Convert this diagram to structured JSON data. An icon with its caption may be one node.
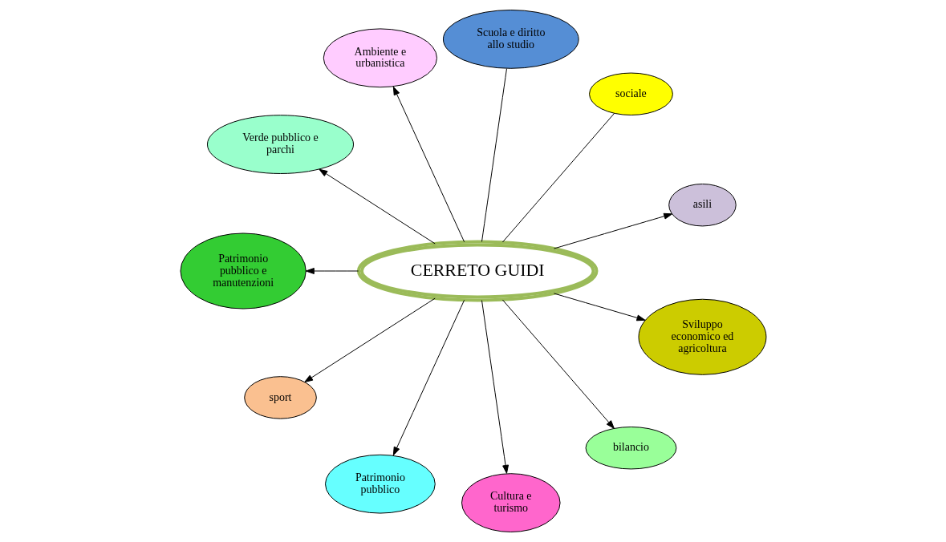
{
  "diagram": {
    "nodes": [
      {
        "text": [
          "CERRETO GUIDI"
        ]
      },
      {
        "text": [
          "asili"
        ]
      },
      {
        "text": [
          "sociale"
        ]
      },
      {
        "text": [
          "Scuola e diritto allo studio"
        ]
      },
      {
        "text": [
          "Ambiente e urbanistica"
        ]
      },
      {
        "text": [
          "Verde pubblico e parchi"
        ]
      },
      {
        "text": [
          "Patrimonio pubblico e manutenzioni"
        ]
      },
      {
        "text": [
          "sport"
        ]
      },
      {
        "text": [
          "Patrimonio pubblico"
        ]
      },
      {
        "text": [
          "Cultura e turismo"
        ]
      },
      {
        "text": [
          "bilancio"
        ]
      },
      {
        "text": [
          "Sviluppo economico ed agricoltura"
        ]
      }
    ],
    "edges": [
      {
        "from": 0,
        "to": 1,
        "arrow": "to"
      },
      {
        "from": 0,
        "to": 2,
        "arrow": "none"
      },
      {
        "from": 0,
        "to": 3,
        "arrow": "none"
      },
      {
        "from": 0,
        "to": 4,
        "arrow": "to"
      },
      {
        "from": 0,
        "to": 5,
        "arrow": "to"
      },
      {
        "from": 0,
        "to": 6,
        "arrow": "to"
      },
      {
        "from": 0,
        "to": 7,
        "arrow": "to"
      },
      {
        "from": 0,
        "to": 8,
        "arrow": "to"
      },
      {
        "from": 0,
        "to": 9,
        "arrow": "to"
      },
      {
        "from": 0,
        "to": 10,
        "arrow": "to"
      },
      {
        "from": 0,
        "to": 11,
        "arrow": "to"
      }
    ]
  }
}
